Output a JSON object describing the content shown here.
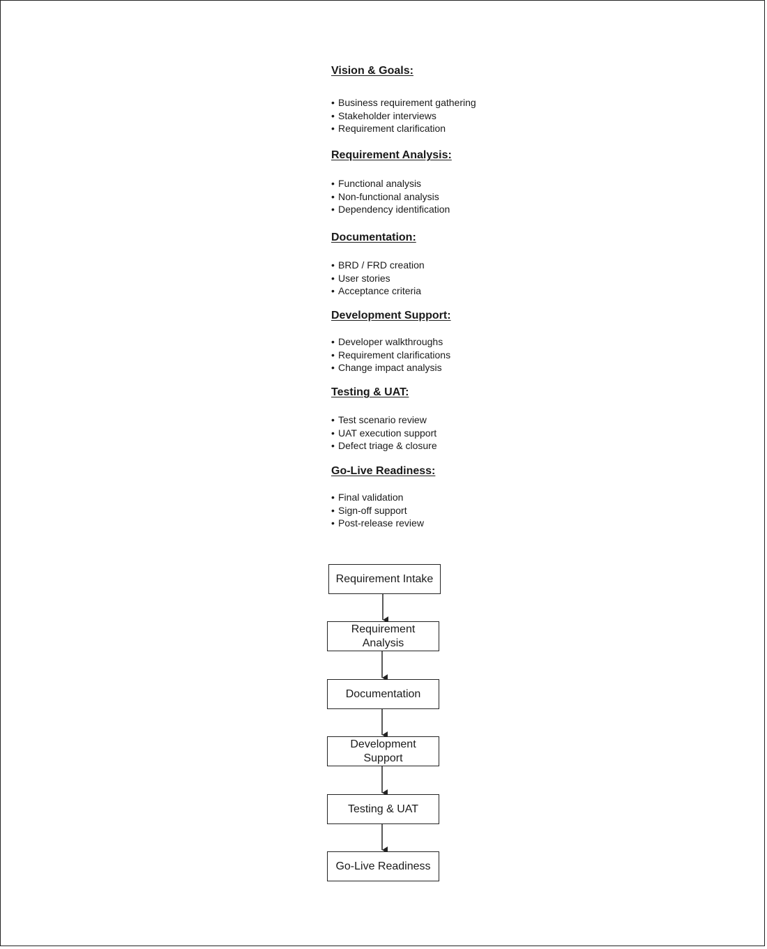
{
  "sections": [
    {
      "title": "Vision & Goals:",
      "items": [
        "Business requirement gathering",
        "Stakeholder interviews",
        "Requirement clarification"
      ]
    },
    {
      "title": "Requirement Analysis:",
      "items": [
        "Functional analysis",
        "Non-functional analysis",
        "Dependency identification"
      ]
    },
    {
      "title": "Documentation:",
      "items": [
        "BRD / FRD creation",
        "User stories",
        "Acceptance criteria"
      ]
    },
    {
      "title": "Development Support:",
      "items": [
        "Developer walkthroughs",
        "Requirement clarifications",
        "Change impact analysis"
      ]
    },
    {
      "title": "Testing & UAT:",
      "items": [
        "Test scenario review",
        "UAT execution support",
        "Defect triage & closure"
      ]
    },
    {
      "title": "Go-Live Readiness:",
      "items": [
        "Final validation",
        "Sign-off support",
        "Post-release review"
      ]
    }
  ],
  "flow": {
    "steps": [
      "Requirement Intake",
      "Requirement Analysis",
      "Documentation",
      "Development Support",
      "Testing & UAT",
      "Go-Live Readiness"
    ]
  }
}
